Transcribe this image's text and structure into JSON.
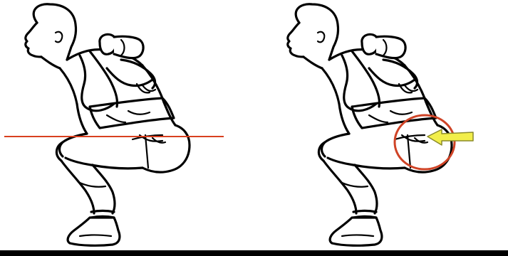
{
  "illustration": {
    "panels": [
      {
        "id": "left",
        "marker": "horizontal-reference-line"
      },
      {
        "id": "right",
        "marker": "circle-and-arrow-highlight"
      }
    ],
    "colors": {
      "ink": "#000000",
      "reference_line": "#d9401f",
      "highlight_circle": "#cf4326",
      "arrow_fill": "#f2ee4a",
      "arrow_outline": "#8a8a2a",
      "background": "#ffffff"
    },
    "icons": [
      "squat-figure-icon",
      "barbell-icon",
      "arrow-icon"
    ]
  }
}
